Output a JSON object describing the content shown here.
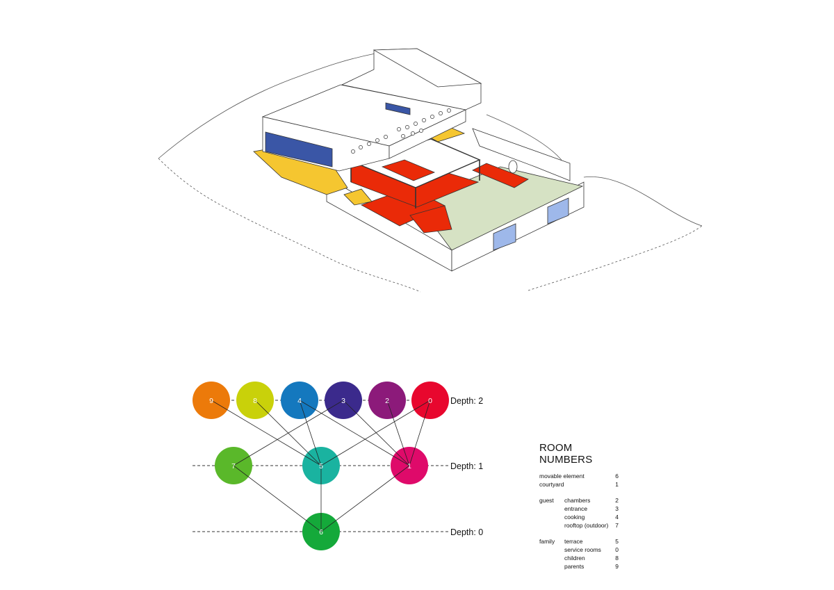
{
  "graph": {
    "depth_labels": [
      "Depth: 2",
      "Depth: 1",
      "Depth: 0"
    ],
    "nodes": [
      {
        "label": "9",
        "color": "#ec7a0a"
      },
      {
        "label": "8",
        "color": "#c9d10a"
      },
      {
        "label": "4",
        "color": "#1478be"
      },
      {
        "label": "3",
        "color": "#3b2a8c"
      },
      {
        "label": "2",
        "color": "#8c1a7a"
      },
      {
        "label": "0",
        "color": "#e8072e"
      },
      {
        "label": "7",
        "color": "#5ab82a"
      },
      {
        "label": "5",
        "color": "#1ab3a0"
      },
      {
        "label": "1",
        "color": "#df0a6a"
      },
      {
        "label": "6",
        "color": "#14a93a"
      }
    ],
    "edges": [
      [
        "9",
        "5"
      ],
      [
        "8",
        "5"
      ],
      [
        "4",
        "1"
      ],
      [
        "3",
        "7"
      ],
      [
        "3",
        "1"
      ],
      [
        "2",
        "1"
      ],
      [
        "0",
        "5"
      ],
      [
        "0",
        "1"
      ],
      [
        "7",
        "6"
      ],
      [
        "5",
        "6"
      ],
      [
        "1",
        "6"
      ],
      [
        "4",
        "5"
      ]
    ]
  },
  "legend": {
    "title": "ROOM NUMBERS",
    "single": [
      {
        "label": "movable element",
        "number": "6"
      },
      {
        "label": "courtyard",
        "number": "1"
      }
    ],
    "groups": [
      {
        "name": "guest",
        "items": [
          {
            "label": "chambers",
            "number": "2"
          },
          {
            "label": "entrance",
            "number": "3"
          },
          {
            "label": "cooking",
            "number": "4"
          },
          {
            "label": "rooftop (outdoor)",
            "number": "7"
          }
        ]
      },
      {
        "name": "family",
        "items": [
          {
            "label": "terrace",
            "number": "5"
          },
          {
            "label": "service rooms",
            "number": "0"
          },
          {
            "label": "children",
            "number": "8"
          },
          {
            "label": "parents",
            "number": "9"
          }
        ]
      }
    ]
  },
  "axonometric_colors": {
    "red": "#ea2a08",
    "yellow": "#f5c630",
    "blue": "#3a56a6",
    "light_green": "#d6e2c4",
    "light_blue": "#9eb8ea"
  }
}
